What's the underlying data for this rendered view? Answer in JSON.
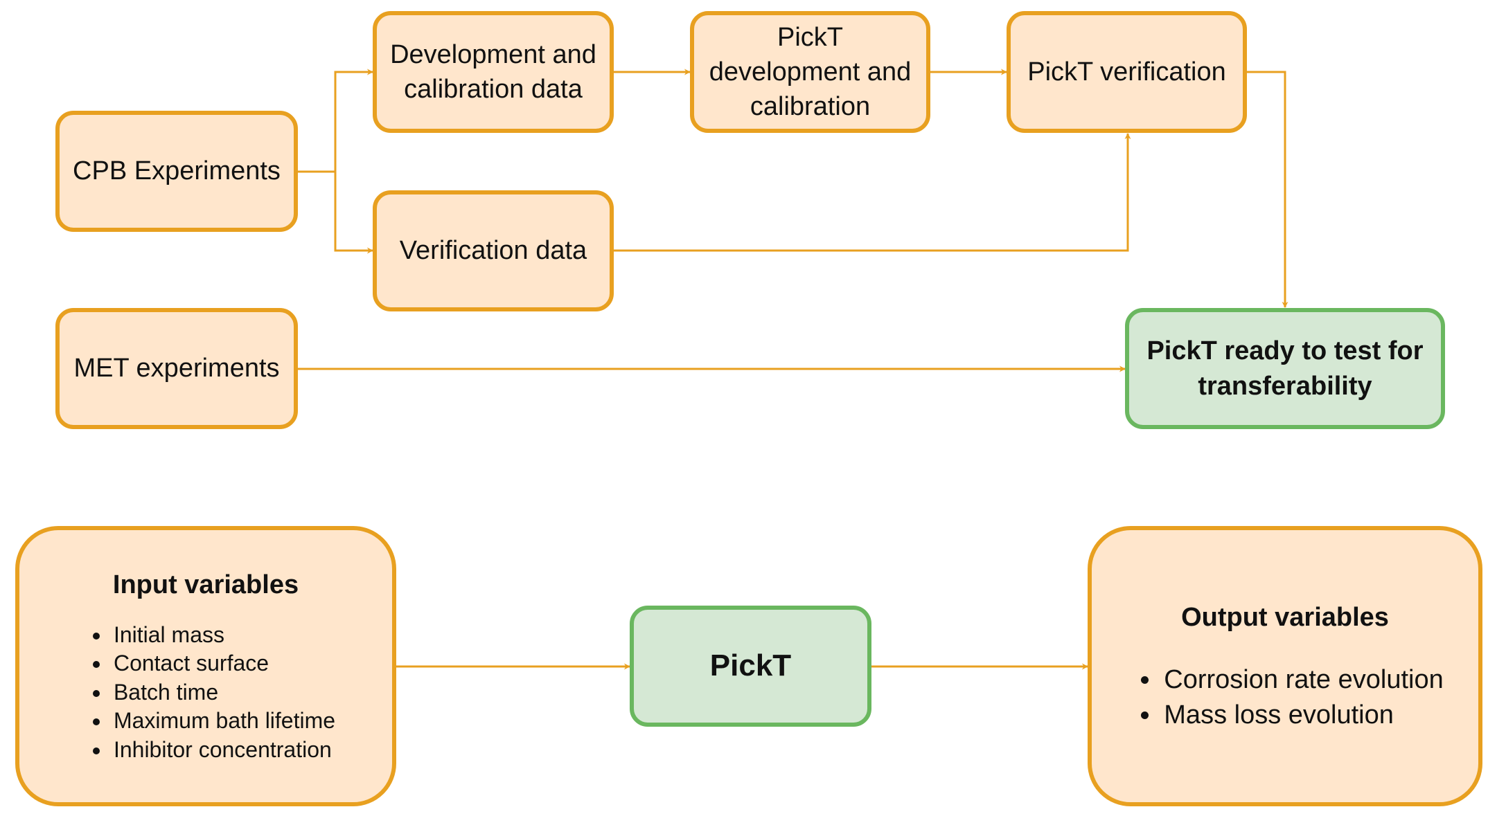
{
  "nodes": {
    "cpb": "CPB Experiments",
    "dev_data": "Development and\ncalibration data",
    "verif_data": "Verification data",
    "pickt_dev": "PickT\ndevelopment and\ncalibration",
    "pickt_verif": "PickT verification",
    "met": "MET experiments",
    "pickt_ready": "PickT ready to test for\ntransferability",
    "pickt": "PickT"
  },
  "input_variables": {
    "title": "Input variables",
    "items": [
      "Initial mass",
      "Contact surface",
      "Batch time",
      "Maximum bath lifetime",
      "Inhibitor concentration"
    ]
  },
  "output_variables": {
    "title": "Output variables",
    "items": [
      "Corrosion rate evolution",
      "Mass loss evolution"
    ]
  },
  "colors": {
    "orange_fill": "#ffe6cc",
    "orange_stroke": "#e8a020",
    "green_fill": "#d5e8d4",
    "green_stroke": "#6ab75f"
  }
}
